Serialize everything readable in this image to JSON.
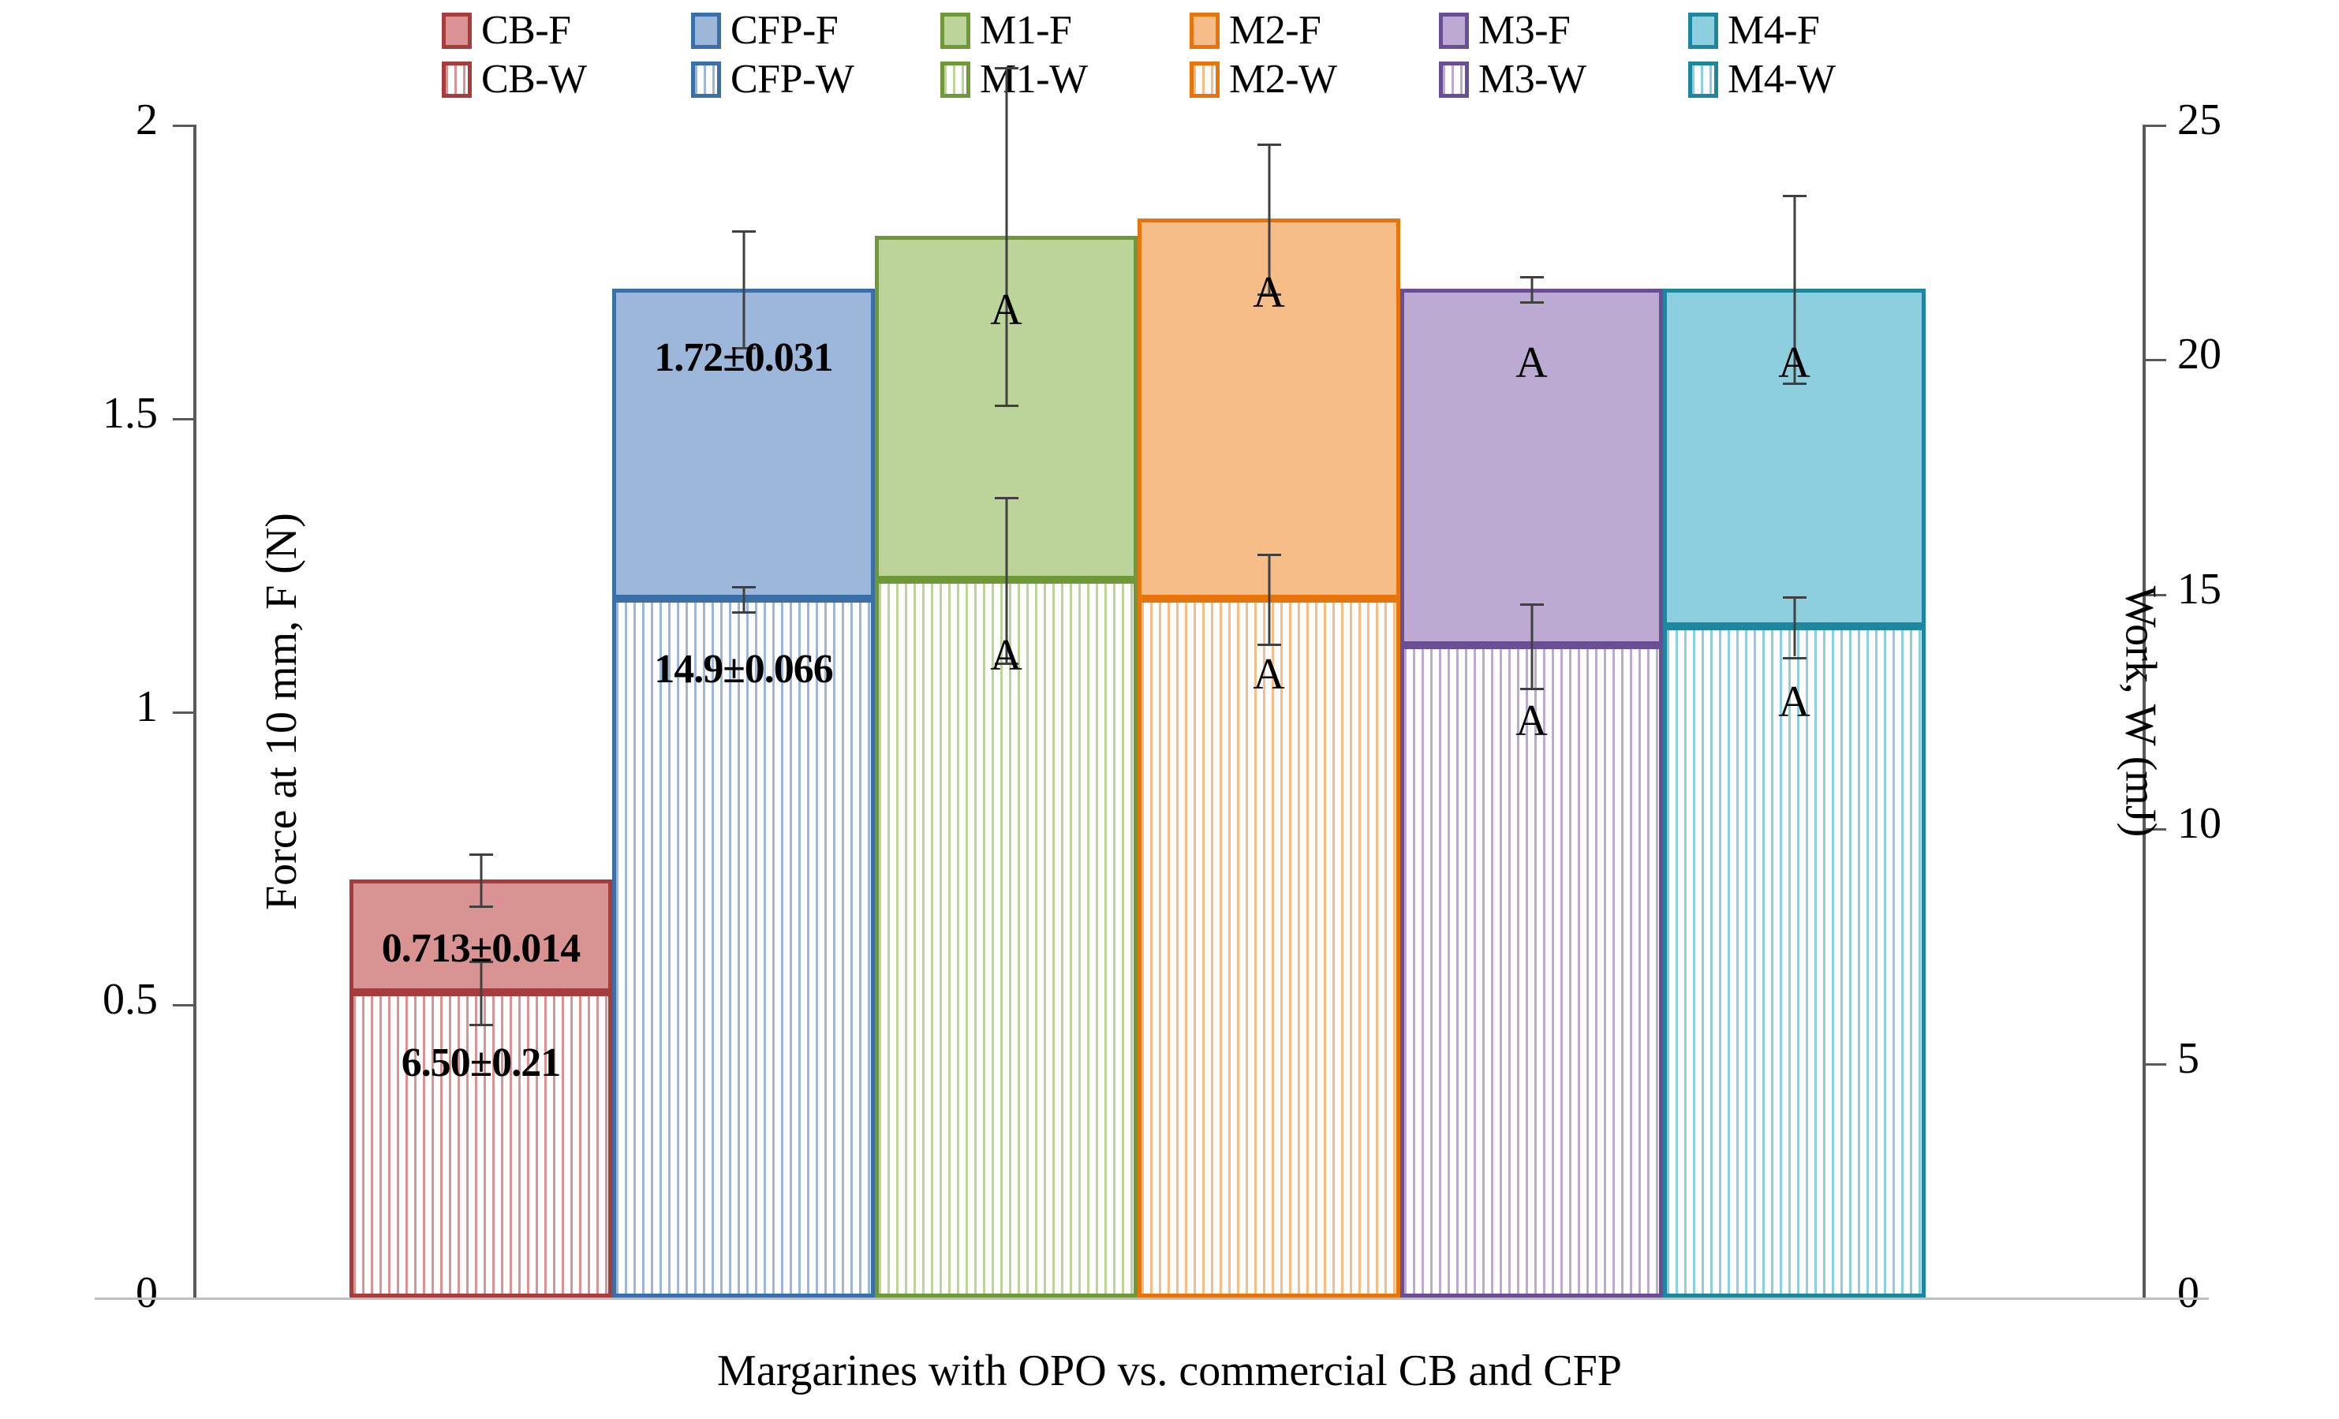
{
  "chart_data": {
    "type": "bar",
    "title": "",
    "xlabel": "Margarines with OPO vs. commercial CB and CFP",
    "categories": [
      "CB",
      "CFP",
      "M1",
      "M2",
      "M3",
      "M4"
    ],
    "axes": {
      "left": {
        "label": "Force at 10 mm, F (N)",
        "ticks": [
          "0",
          "0.5",
          "1",
          "1.5",
          "2"
        ],
        "ylim": [
          0,
          2
        ]
      },
      "right": {
        "label": "Work, W (mJ)",
        "ticks": [
          "0",
          "5",
          "10",
          "15",
          "20",
          "25"
        ],
        "ylim": [
          0,
          25
        ]
      }
    },
    "grid": false,
    "legend_position": "top",
    "series": [
      {
        "name": "Force (F)",
        "suffix": "-F",
        "axis": "left",
        "fill": "solid",
        "values": [
          0.713,
          1.72,
          1.81,
          1.84,
          1.72,
          1.72
        ],
        "errors": [
          0.014,
          0.031,
          0.09,
          0.04,
          0.005,
          0.05
        ]
      },
      {
        "name": "Work (W)",
        "suffix": "-W",
        "axis": "right",
        "fill": "hatched",
        "values": [
          6.5,
          14.9,
          15.3,
          14.9,
          13.9,
          14.3
        ],
        "errors": [
          0.21,
          0.066,
          0.55,
          0.3,
          0.28,
          0.2
        ]
      }
    ],
    "bars": [
      {
        "category": "CB",
        "color_fill": "#d99393",
        "color_border": "#a83c3c",
        "f": {
          "key": "CB-F",
          "value": 0.713,
          "error": 0.014,
          "data_label": "0.713±0.014",
          "sig_label": ""
        },
        "w": {
          "key": "CB-W",
          "value": 6.5,
          "error": 0.21,
          "data_label": "6.50±0.21",
          "sig_label": ""
        }
      },
      {
        "category": "CFP",
        "color_fill": "#9cb7da",
        "color_border": "#3a6fa8",
        "f": {
          "key": "CFP-F",
          "value": 1.72,
          "error": 0.031,
          "data_label": "1.72±0.031",
          "sig_label": ""
        },
        "w": {
          "key": "CFP-W",
          "value": 14.9,
          "error": 0.066,
          "data_label": "14.9±0.066",
          "sig_label": ""
        }
      },
      {
        "category": "M1",
        "color_fill": "#bcd49a",
        "color_border": "#6f9938",
        "f": {
          "key": "M1-F",
          "value": 1.81,
          "error": 0.09,
          "data_label": "",
          "sig_label": "A"
        },
        "w": {
          "key": "M1-W",
          "value": 15.3,
          "error": 0.55,
          "data_label": "",
          "sig_label": "A"
        }
      },
      {
        "category": "M2",
        "color_fill": "#f7bd89",
        "color_border": "#e8740c",
        "f": {
          "key": "M2-F",
          "value": 1.84,
          "error": 0.04,
          "data_label": "",
          "sig_label": "A"
        },
        "w": {
          "key": "M2-W",
          "value": 14.9,
          "error": 0.3,
          "data_label": "",
          "sig_label": "A"
        }
      },
      {
        "category": "M3",
        "color_fill": "#bdaad3",
        "color_border": "#6b4f96",
        "f": {
          "key": "M3-F",
          "value": 1.72,
          "error": 0.005,
          "data_label": "",
          "sig_label": "A"
        },
        "w": {
          "key": "M3-W",
          "value": 13.9,
          "error": 0.28,
          "data_label": "",
          "sig_label": "A"
        }
      },
      {
        "category": "M4",
        "color_fill": "#8ecfdf",
        "color_border": "#1e87a0",
        "f": {
          "key": "M4-F",
          "value": 1.72,
          "error": 0.05,
          "data_label": "",
          "sig_label": "A"
        },
        "w": {
          "key": "M4-W",
          "value": 14.3,
          "error": 0.2,
          "data_label": "",
          "sig_label": "A"
        }
      }
    ]
  },
  "legend": {
    "row_f": [
      {
        "label": "CB-F",
        "fill": "#d99393",
        "border": "#a83c3c",
        "pattern": "solid"
      },
      {
        "label": "CFP-F",
        "fill": "#9cb7da",
        "border": "#3a6fa8",
        "pattern": "solid"
      },
      {
        "label": "M1-F",
        "fill": "#bcd49a",
        "border": "#6f9938",
        "pattern": "solid"
      },
      {
        "label": "M2-F",
        "fill": "#f7bd89",
        "border": "#e8740c",
        "pattern": "solid"
      },
      {
        "label": "M3-F",
        "fill": "#bdaad3",
        "border": "#6b4f96",
        "pattern": "solid"
      },
      {
        "label": "M4-F",
        "fill": "#8ecfdf",
        "border": "#1e87a0",
        "pattern": "solid"
      }
    ],
    "row_w": [
      {
        "label": "CB-W",
        "fill": "#d99393",
        "border": "#a83c3c",
        "pattern": "hatched"
      },
      {
        "label": "CFP-W",
        "fill": "#9cb7da",
        "border": "#3a6fa8",
        "pattern": "hatched"
      },
      {
        "label": "M1-W",
        "fill": "#bcd49a",
        "border": "#6f9938",
        "pattern": "hatched"
      },
      {
        "label": "M2-W",
        "fill": "#f7bd89",
        "border": "#e8740c",
        "pattern": "hatched"
      },
      {
        "label": "M3-W",
        "fill": "#bdaad3",
        "border": "#6b4f96",
        "pattern": "hatched"
      },
      {
        "label": "M4-W",
        "fill": "#8ecfdf",
        "border": "#1e87a0",
        "pattern": "hatched"
      }
    ]
  }
}
